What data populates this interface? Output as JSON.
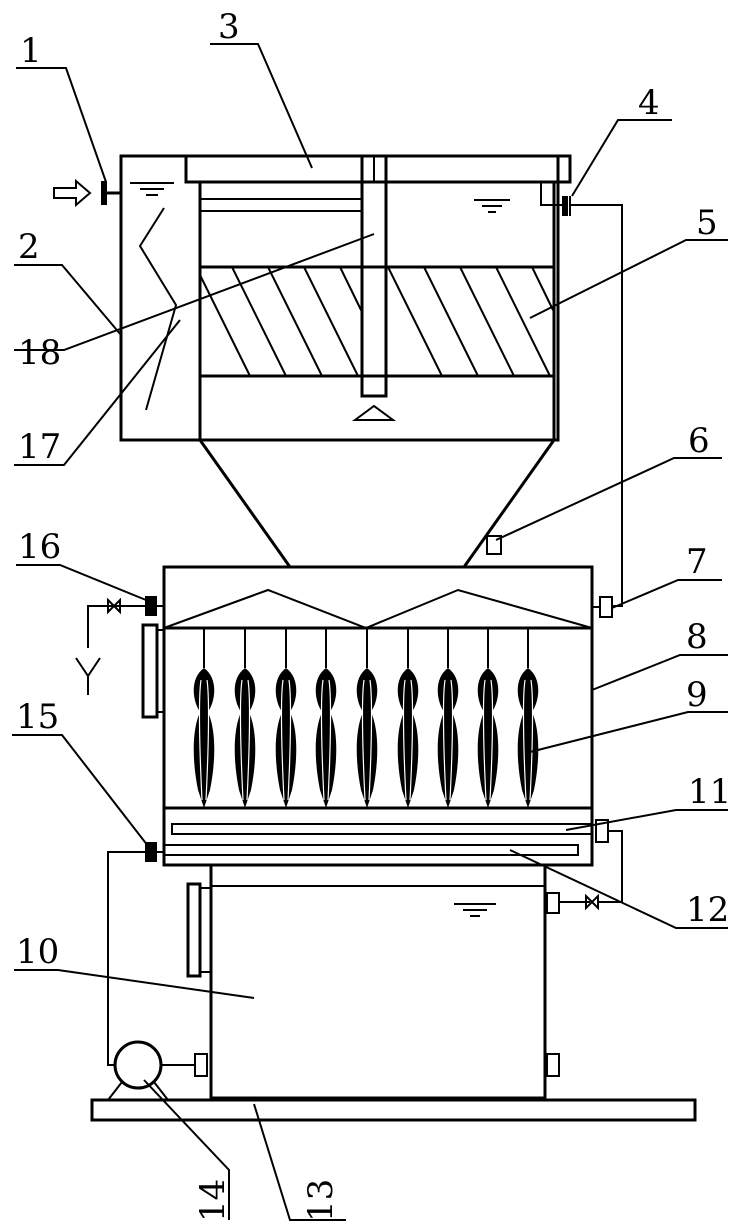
{
  "diagram": {
    "callouts": [
      {
        "id": "c1",
        "text": "1"
      },
      {
        "id": "c2",
        "text": "2"
      },
      {
        "id": "c3",
        "text": "3"
      },
      {
        "id": "c4",
        "text": "4"
      },
      {
        "id": "c5",
        "text": "5"
      },
      {
        "id": "c6",
        "text": "6"
      },
      {
        "id": "c7",
        "text": "7"
      },
      {
        "id": "c8",
        "text": "8"
      },
      {
        "id": "c9",
        "text": "9"
      },
      {
        "id": "c10",
        "text": "10"
      },
      {
        "id": "c11",
        "text": "11"
      },
      {
        "id": "c12",
        "text": "12"
      },
      {
        "id": "c13",
        "text": "13"
      },
      {
        "id": "c14",
        "text": "14"
      },
      {
        "id": "c15",
        "text": "15"
      },
      {
        "id": "c16",
        "text": "16"
      },
      {
        "id": "c17",
        "text": "17"
      },
      {
        "id": "c18",
        "text": "18"
      }
    ],
    "icons": [
      "inlet-arrow-icon",
      "water-level-icon",
      "valve-icon",
      "pump-icon",
      "drain-arrow-icon"
    ]
  }
}
